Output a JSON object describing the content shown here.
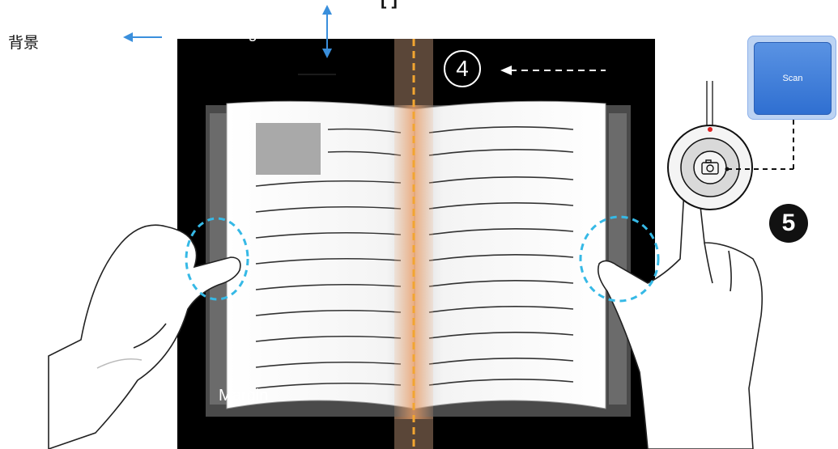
{
  "labels": {
    "background": "背景",
    "margin_top": "Margin",
    "margin_bottom": "Margin",
    "step4": "4",
    "step5": "5",
    "scan_button": "Scan",
    "top_cut": "[ ]"
  },
  "icons": {
    "camera": "camera-icon"
  },
  "colors": {
    "scan_blue": "#2f6fd1",
    "guide_orange": "#f2a531",
    "highlight_cyan": "#36b9e6",
    "arrow_blue": "#3a8fdc"
  }
}
